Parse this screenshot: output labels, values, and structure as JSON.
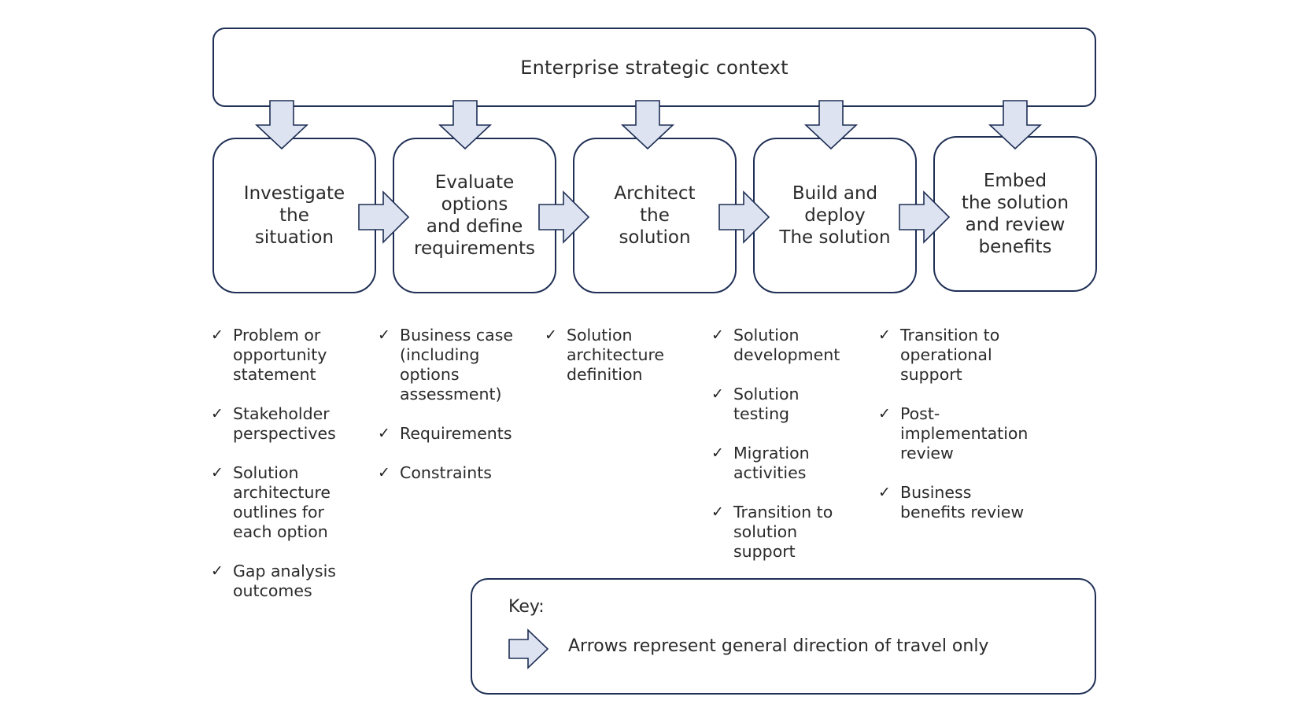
{
  "context": {
    "label": "Enterprise strategic context"
  },
  "stages": [
    {
      "label": "Investigate\nthe\nsituation",
      "items": [
        "Problem or\nopportunity\nstatement",
        "Stakeholder\nperspectives",
        "Solution\narchitecture\noutlines for\neach option",
        "Gap analysis\noutcomes"
      ]
    },
    {
      "label": "Evaluate\noptions\nand define\nrequirements",
      "items": [
        "Business case\n(including\noptions\nassessment)",
        "Requirements",
        "Constraints"
      ]
    },
    {
      "label": "Architect\nthe\nsolution",
      "items": [
        "Solution\narchitecture\ndefinition"
      ]
    },
    {
      "label": "Build and\ndeploy\nThe solution",
      "items": [
        "Solution\ndevelopment",
        "Solution\ntesting",
        "Migration\nactivities",
        "Transition to\nsolution\nsupport"
      ]
    },
    {
      "label": "Embed\nthe solution\nand review\nbenefits",
      "items": [
        "Transition to\noperational\nsupport",
        "Post-\nimplementation\nreview",
        "Business\nbenefits review"
      ]
    }
  ],
  "checkmark": "✓",
  "key": {
    "label": "Key:",
    "arrow_text": "Arrows represent general direction of travel only"
  },
  "colors": {
    "border": "#1f2f55",
    "arrow_fill": "#dde3f0"
  }
}
